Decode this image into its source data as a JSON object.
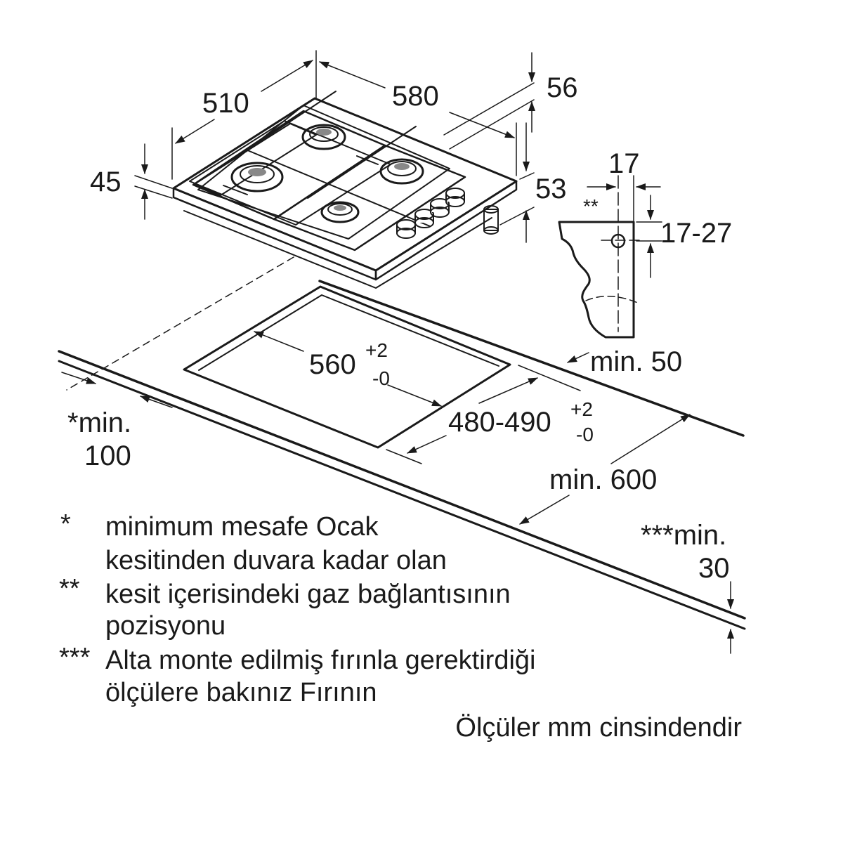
{
  "dimensions": {
    "hob_width": "580",
    "hob_depth": "510",
    "hob_height_top": "56",
    "hob_height_side": "45",
    "gas_connector_height": "53",
    "connector_offset": "17",
    "connector_height_range": "17-27",
    "double_star_mark": "**",
    "front_clearance": "min. 50",
    "cutout_width_base": "560",
    "cutout_width_tol_plus": "+2",
    "cutout_width_tol_minus": "-0",
    "cutout_depth_base": "480-490",
    "cutout_depth_tol_plus": "+2",
    "cutout_depth_tol_minus": "-0",
    "wall_clearance_label": "*min.",
    "wall_clearance_value": "100",
    "worktop_depth": "min. 600",
    "oven_clearance_label": "***min.",
    "oven_clearance_value": "30"
  },
  "legend": {
    "items": [
      {
        "mark": "*",
        "lines": [
          "minimum mesafe Ocak",
          "kesitinden duvara kadar olan"
        ]
      },
      {
        "mark": "**",
        "lines": [
          "kesit içerisindeki gaz bağlantısının",
          "pozisyonu"
        ]
      },
      {
        "mark": "***",
        "lines": [
          "Alta monte edilmiş fırınla gerektirdiği",
          "ölçülere bakınız Fırının"
        ]
      }
    ],
    "units_note": "Ölçüler mm cinsindendir"
  }
}
